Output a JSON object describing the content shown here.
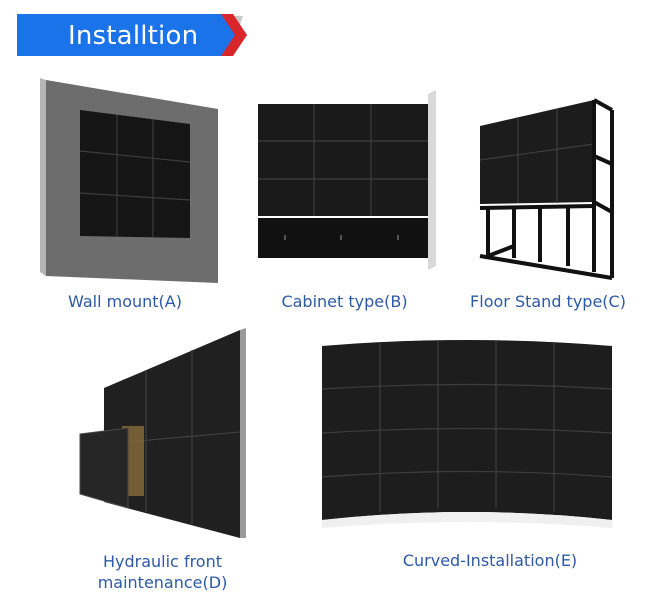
{
  "header": {
    "title": "Installtion",
    "colors": {
      "banner": "#1a73e8",
      "accent": "#d9262b",
      "shadow": "#c9c9c9"
    }
  },
  "installations": [
    {
      "label": "Wall mount(A)",
      "image": "wall-mount-video-wall"
    },
    {
      "label": "Cabinet type(B)",
      "image": "cabinet-video-wall"
    },
    {
      "label": "Floor Stand type(C)",
      "image": "floor-stand-video-wall"
    },
    {
      "label_line1": "Hydraulic front",
      "label_line2": "maintenance(D)",
      "image": "hydraulic-maintenance-video-wall"
    },
    {
      "label": "Curved-Installation(E)",
      "image": "curved-video-wall"
    }
  ],
  "colors": {
    "caption": "#2d5aa6",
    "panel": "#1c1c1c",
    "bezel": "#3a3a3a",
    "frame_gray": "#6d6d6d"
  }
}
